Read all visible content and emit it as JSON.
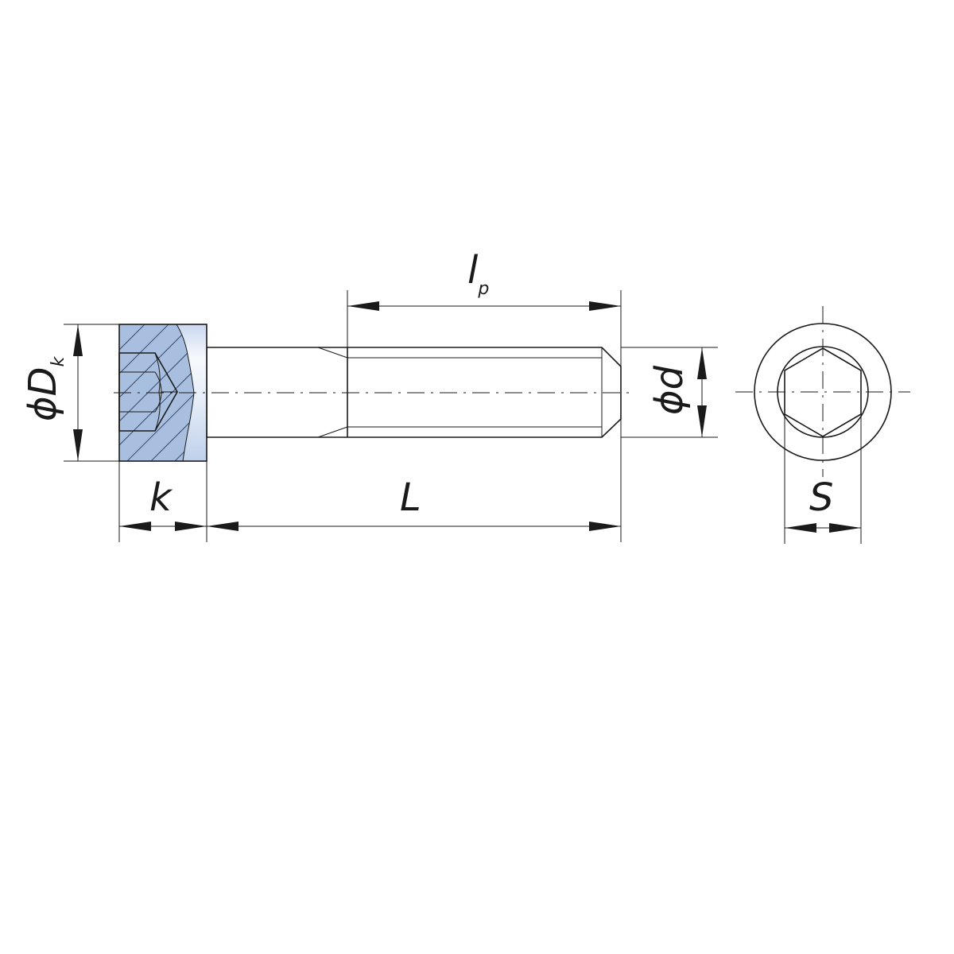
{
  "colors": {
    "section_fill": "#a9bfe0",
    "body_light": "#f4f7fc",
    "body_mid": "#d6e2f3",
    "line": "#1a1a1a"
  },
  "dimensions": {
    "diameter_head": {
      "symbol": "ϕD",
      "subscript": "k"
    },
    "head_height": {
      "symbol": "k"
    },
    "length": {
      "symbol": "L"
    },
    "thread_length": {
      "symbol": "l",
      "subscript": "p"
    },
    "diameter_thread": {
      "symbol": "ϕd"
    },
    "socket_size": {
      "symbol": "S"
    }
  }
}
